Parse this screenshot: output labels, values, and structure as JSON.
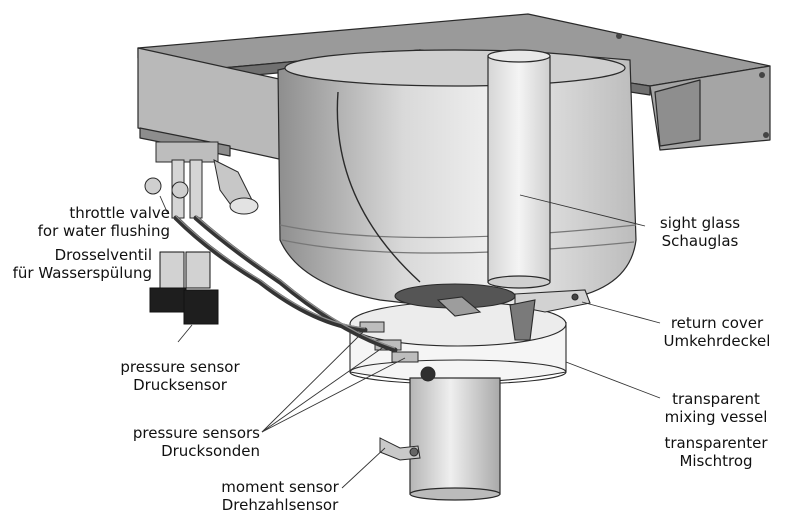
{
  "labels": {
    "throttle_valve": {
      "en_line1": "throttle valve",
      "en_line2": "for water flushing",
      "de_line1": "Drosselventil",
      "de_line2": "für Wasserspülung"
    },
    "pressure_sensor": {
      "en": "pressure sensor",
      "de": "Drucksensor"
    },
    "pressure_sensors": {
      "en": "pressure sensors",
      "de": "Drucksonden"
    },
    "moment_sensor": {
      "en": "moment sensor",
      "de": "Drehzahlsensor"
    },
    "sight_glass": {
      "en": "sight glass",
      "de": "Schauglas"
    },
    "return_cover": {
      "en": "return cover",
      "de": "Umkehrdeckel"
    },
    "transparent_vessel": {
      "en_line1": "transparent",
      "en_line2": "mixing vessel",
      "de_line1": "transparenter",
      "de_line2": "Mischtrog"
    }
  },
  "colors": {
    "outline": "#2a2a2a",
    "metal_light": "#e6e6e6",
    "metal_mid": "#c4c4c4",
    "metal_dark": "#8c8c8c",
    "hose": "#3a3a3a",
    "sensor_black": "#1d1d1d",
    "transparent_fill": "#f2f2f2"
  }
}
